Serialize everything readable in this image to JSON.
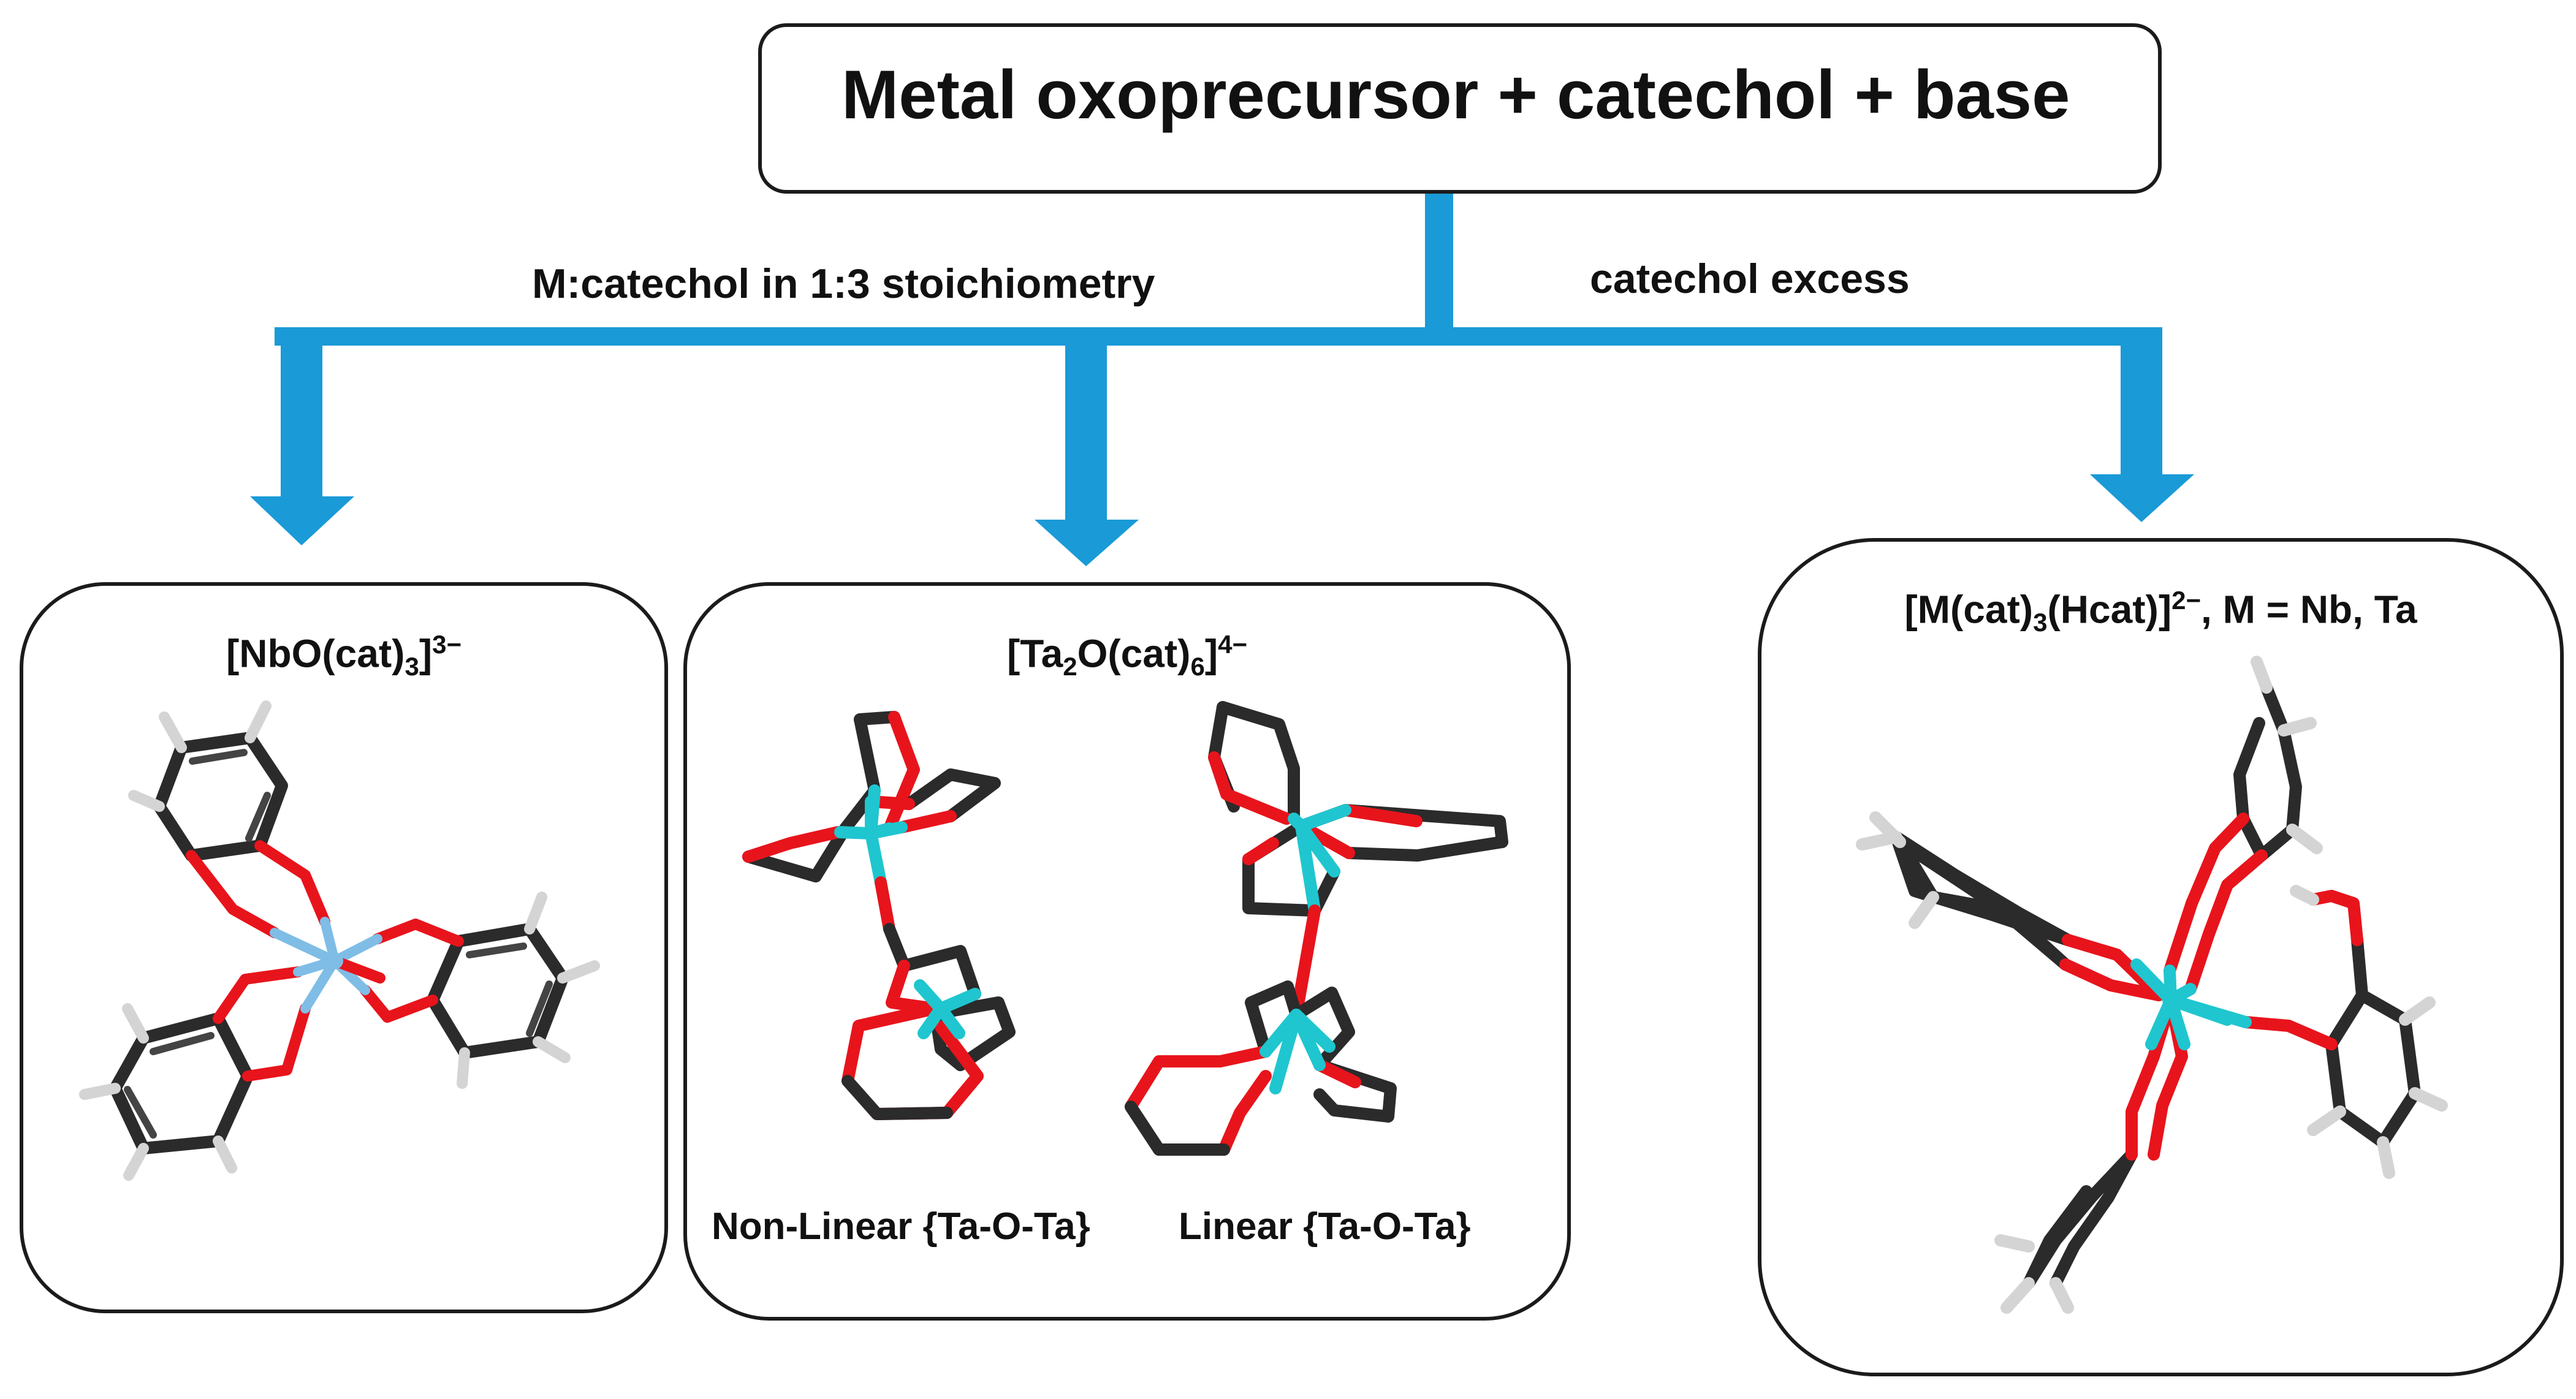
{
  "header": {
    "title": "Metal oxoprecursor + catechol + base"
  },
  "branches": {
    "left_label": "M:catechol  in 1:3 stoichiometry",
    "right_label": "catechol excess"
  },
  "products": {
    "nbo": {
      "pre": "[NbO(cat)",
      "sub": "3",
      "post": "]",
      "sup": "3−"
    },
    "ta2": {
      "pre": "[Ta",
      "sub1": "2",
      "mid": "O(cat)",
      "sub2": "6",
      "post": "]",
      "sup": "4−",
      "nonlinear_label": "Non-Linear {Ta-O-Ta}",
      "linear_label": "Linear {Ta-O-Ta}"
    },
    "mcat": {
      "pre": "[M(cat)",
      "sub": "3",
      "mid": "(Hcat)]",
      "sup": "2−",
      "post": ", M = Nb, Ta"
    }
  },
  "colors": {
    "arrow": "#1a9ad7",
    "carbon": "#2b2b2b",
    "oxygen": "#e8141c",
    "hydrogen": "#d4d4d4",
    "niobium": "#7fbde6",
    "tantalum": "#1fc6cf",
    "border": "#1b1b1b"
  }
}
